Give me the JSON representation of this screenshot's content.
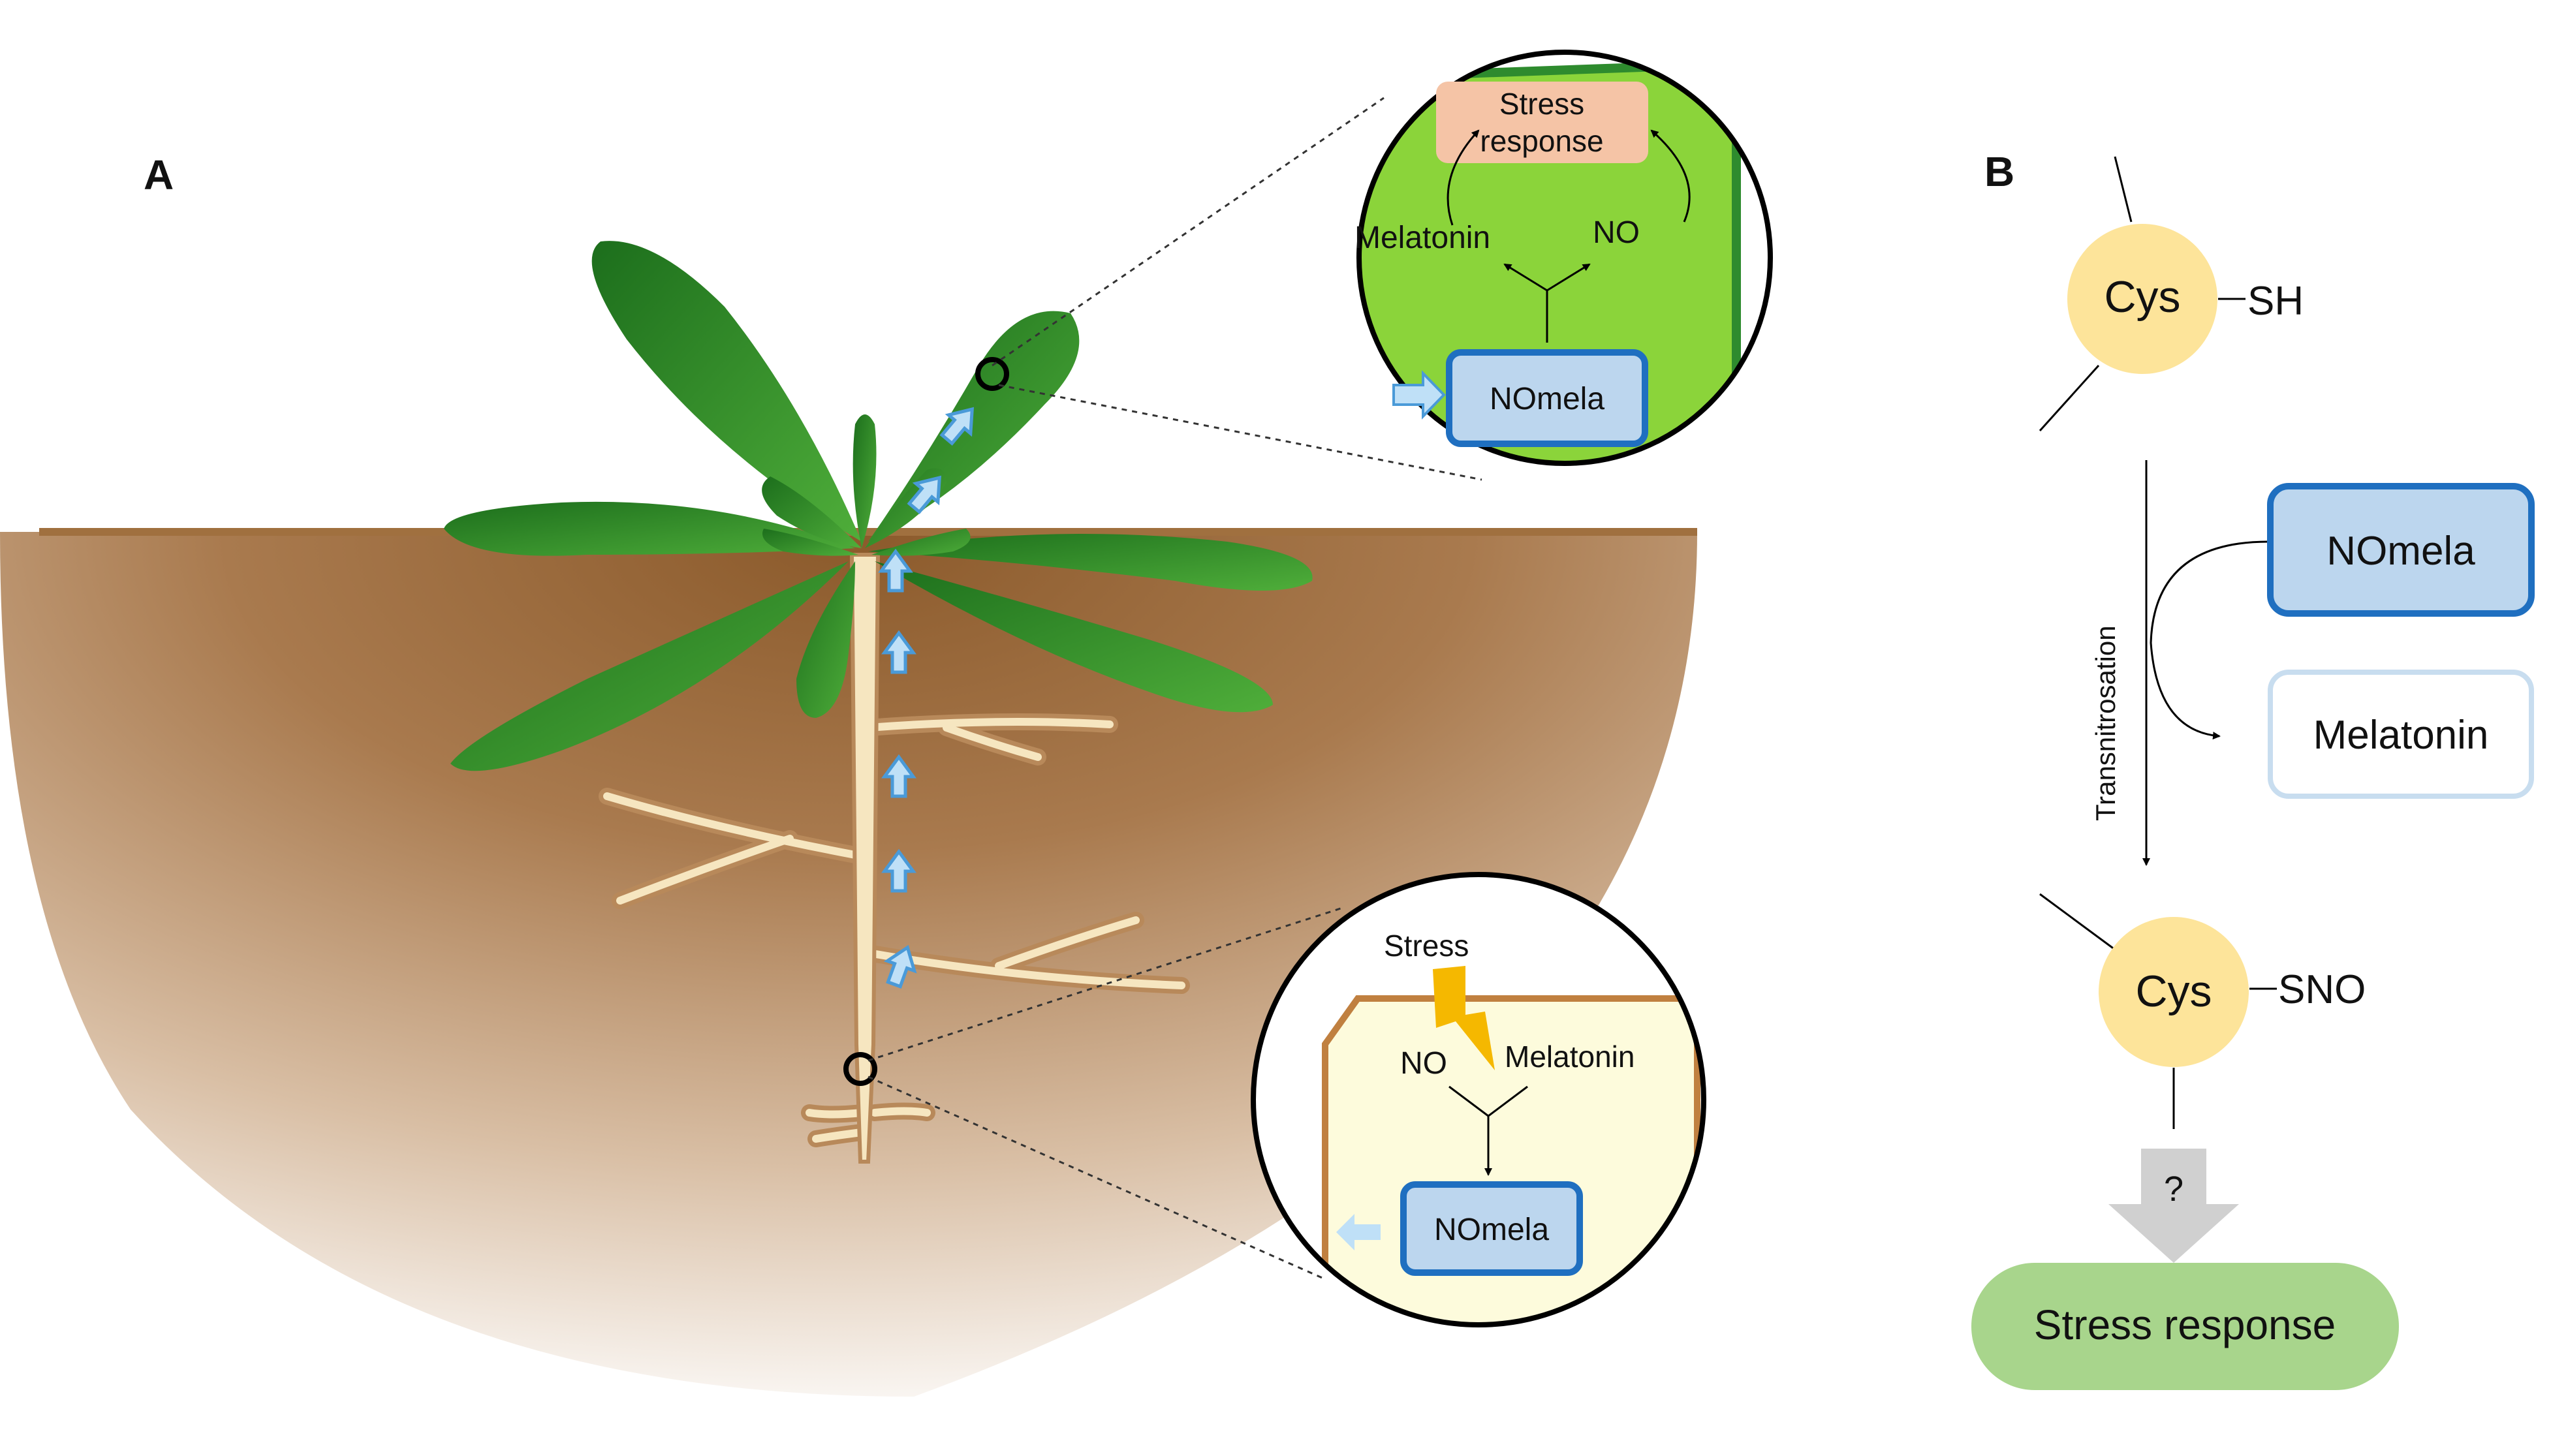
{
  "panelA": {
    "label": "A",
    "leaf_inset": {
      "stress_line1": "Stress",
      "stress_line2": "response",
      "melatonin": "Melatonin",
      "no": "NO",
      "nomela": "NOmela"
    },
    "root_inset": {
      "stress": "Stress",
      "no": "NO",
      "melatonin": "Melatonin",
      "nomela": "NOmela"
    }
  },
  "panelB": {
    "label": "B",
    "cys_top": "Cys",
    "sh": "SH",
    "transnitrosation": "Transnitrosation",
    "nomela": "NOmela",
    "melatonin": "Melatonin",
    "cys_bottom": "Cys",
    "sno": "SNO",
    "question": "?",
    "stress_response": "Stress response"
  },
  "colors": {
    "leaf_green": "#2e8b2e",
    "leaf_inset_green": "#8bd43a",
    "soil_brown": "#a0703f",
    "root_cream": "#f6e6c0",
    "nomela_blue": "#bcd6ee",
    "nomela_border": "#1f6fc0",
    "stress_salmon": "#f5c4a6",
    "root_cell": "#fdfbdc",
    "cys_yellow": "#fde49a",
    "stress_response_green": "#a8d58c",
    "arrow_blue": "#bfe0f7",
    "bolt_orange": "#f5b800"
  }
}
